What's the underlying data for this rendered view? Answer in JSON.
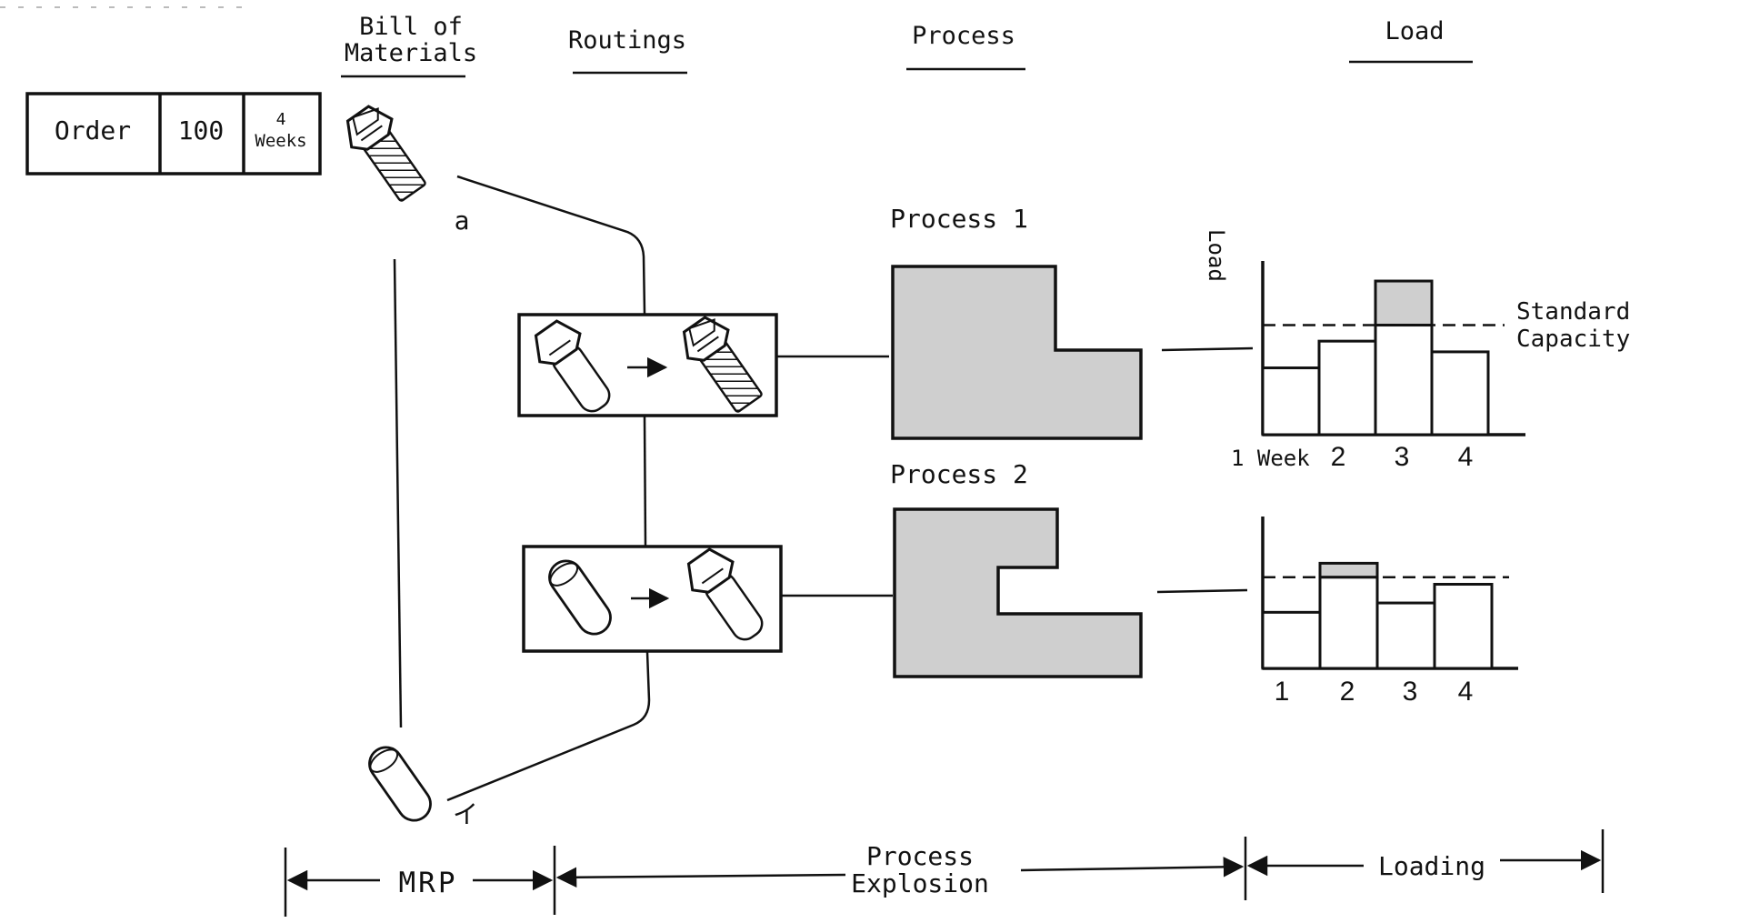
{
  "headers": {
    "bom_line1": "Bill of",
    "bom_line2": "Materials",
    "routings": "Routings",
    "process": "Process",
    "load": "Load"
  },
  "order": {
    "label": "Order",
    "quantity": "100",
    "lead_num": "4",
    "lead_unit": "Weeks"
  },
  "parts": {
    "a": "a",
    "b": "イ"
  },
  "processes": {
    "p1": "Process 1",
    "p2": "Process 2"
  },
  "chart_labels": {
    "y_axis": "Load",
    "standard_line1": "Standard",
    "standard_line2": "Capacity",
    "week_word": "Week"
  },
  "chart_data": [
    {
      "type": "bar",
      "title": "",
      "ylabel": "Load",
      "xlabel": "",
      "categories": [
        "1 Week",
        "2",
        "3",
        "4"
      ],
      "values": [
        50,
        70,
        115,
        62
      ],
      "standard_capacity": 82,
      "ylim": [
        0,
        130
      ]
    },
    {
      "type": "bar",
      "title": "",
      "ylabel": "",
      "xlabel": "",
      "categories": [
        "1",
        "2",
        "3",
        "4"
      ],
      "values": [
        48,
        90,
        56,
        72
      ],
      "standard_capacity": 78,
      "ylim": [
        0,
        130
      ]
    }
  ],
  "stages": {
    "mrp": "MRP",
    "explosion_line1": "Process",
    "explosion_line2": "Explosion",
    "loading": "Loading"
  },
  "colors": {
    "ink": "#111111",
    "shade": "#cfcfcf"
  }
}
